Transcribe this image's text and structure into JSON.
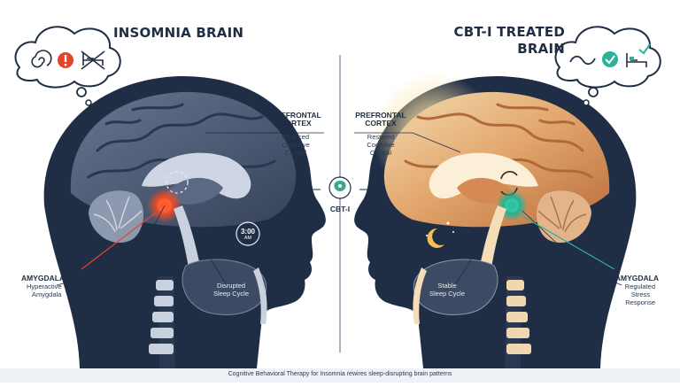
{
  "left": {
    "title": "INSOMNIA BRAIN",
    "prefrontal": {
      "title": "PREFRONTAL",
      "title2": "CORTEX",
      "desc": [
        "Reduced",
        "Cognitive",
        "Control"
      ]
    },
    "clock": {
      "time": "3:00",
      "period": "AM"
    },
    "amygdala": {
      "title": "AMYGDALA",
      "desc": [
        "Hyperactive",
        "Amygdala"
      ]
    },
    "sleep": [
      "Disrupted",
      "Sleep Cycle"
    ],
    "bubble_icons": [
      "spiral-icon",
      "alert-icon",
      "no-sleep-icon"
    ]
  },
  "right": {
    "title": [
      "CBT-I TREATED",
      "BRAIN"
    ],
    "prefrontal": {
      "title": "PREFRONTAL",
      "title2": "CORTEX",
      "desc": [
        "Restored",
        "Cognitive",
        "Control"
      ]
    },
    "amygdala": {
      "title": "AMYGDALA",
      "desc": [
        "Regulated",
        "Stress",
        "Response"
      ]
    },
    "sleep": [
      "Stable",
      "Sleep Cycle"
    ],
    "bubble_icons": [
      "wave-icon",
      "check-icon",
      "bed-icon"
    ]
  },
  "center": {
    "label": "CBT-I"
  },
  "caption": "Cognitive Behavioral Therapy for Insomnia rewires sleep-disrupting brain patterns",
  "colors": {
    "navy": "#1f2e44",
    "dark_brain": "#4a5873",
    "warm_brain": "#e0a46a",
    "stress_red": "#e3452b",
    "calm_teal": "#2bb39a"
  }
}
